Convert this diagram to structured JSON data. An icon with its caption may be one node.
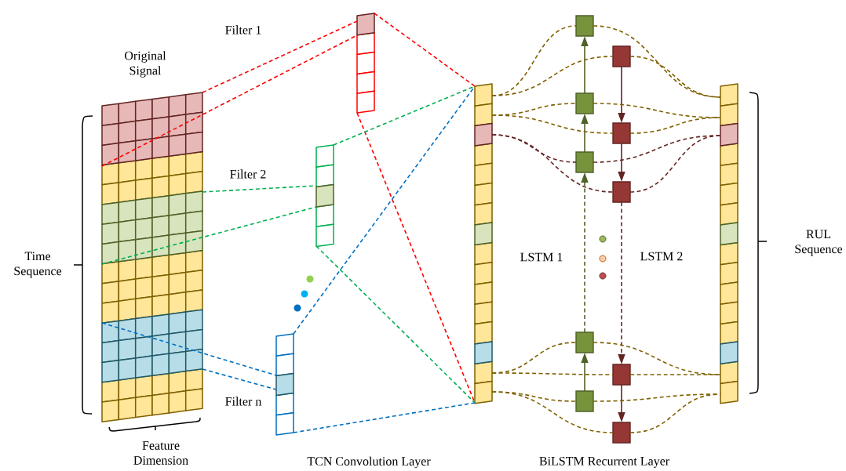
{
  "diagram": {
    "nodes": [
      {
        "text": [],
        "shape": "grid"
      },
      {
        "text": [],
        "shape": "bar"
      },
      {
        "text": [],
        "shape": "bar"
      },
      {
        "text": [],
        "shape": "bar"
      },
      {
        "text": [],
        "shape": "bar"
      },
      {
        "text": [],
        "shape": "box"
      },
      {
        "text": [],
        "shape": "box"
      },
      {
        "text": [],
        "shape": "box"
      },
      {
        "text": [],
        "shape": "box"
      },
      {
        "text": [],
        "shape": "box"
      },
      {
        "text": [],
        "shape": "box"
      },
      {
        "text": [],
        "shape": "box"
      },
      {
        "text": [],
        "shape": "box"
      },
      {
        "text": [],
        "shape": "box"
      },
      {
        "text": [],
        "shape": "box"
      },
      {
        "text": [],
        "shape": "bar"
      }
    ],
    "edges": [
      {
        "from": 0,
        "to": 1,
        "arrow": "none",
        "style": "dashed",
        "color": "#ff0000"
      },
      {
        "from": 0,
        "to": 1,
        "arrow": "none",
        "style": "dashed",
        "color": "#ff0000"
      },
      {
        "from": 1,
        "to": 4,
        "arrow": "none",
        "style": "dashed",
        "color": "#ff0000"
      },
      {
        "from": 1,
        "to": 4,
        "arrow": "none",
        "style": "dashed",
        "color": "#ff0000"
      },
      {
        "from": 0,
        "to": 2,
        "arrow": "none",
        "style": "dashed",
        "color": "#00b050"
      },
      {
        "from": 0,
        "to": 2,
        "arrow": "none",
        "style": "dashed",
        "color": "#00b050"
      },
      {
        "from": 2,
        "to": 4,
        "arrow": "none",
        "style": "dashed",
        "color": "#00b050"
      },
      {
        "from": 2,
        "to": 4,
        "arrow": "none",
        "style": "dashed",
        "color": "#00b050"
      },
      {
        "from": 0,
        "to": 3,
        "arrow": "none",
        "style": "dashed",
        "color": "#0070c0"
      },
      {
        "from": 0,
        "to": 3,
        "arrow": "none",
        "style": "dashed",
        "color": "#0070c0"
      },
      {
        "from": 3,
        "to": 4,
        "arrow": "none",
        "style": "dashed",
        "color": "#0070c0"
      },
      {
        "from": 3,
        "to": 4,
        "arrow": "none",
        "style": "dashed",
        "color": "#0070c0"
      },
      {
        "from": 9,
        "to": 8,
        "arrow": "to",
        "color": "#4f6228"
      },
      {
        "from": 8,
        "to": 7,
        "arrow": "to",
        "style": "dashed",
        "color": "#4f6228"
      },
      {
        "from": 7,
        "to": 6,
        "arrow": "to",
        "color": "#4f6228"
      },
      {
        "from": 6,
        "to": 5,
        "arrow": "to",
        "color": "#4f6228"
      },
      {
        "from": 10,
        "to": 11,
        "arrow": "to",
        "color": "#632523"
      },
      {
        "from": 11,
        "to": 12,
        "arrow": "to",
        "color": "#632523"
      },
      {
        "from": 12,
        "to": 13,
        "arrow": "to",
        "style": "dashed",
        "color": "#632523"
      },
      {
        "from": 13,
        "to": 14,
        "arrow": "to",
        "color": "#632523"
      },
      {
        "from": 4,
        "to": 5,
        "arrow": "none",
        "style": "dashed"
      },
      {
        "from": 5,
        "to": 15,
        "arrow": "none",
        "style": "dashed"
      },
      {
        "from": 4,
        "to": 10,
        "arrow": "none",
        "style": "dashed"
      },
      {
        "from": 10,
        "to": 15,
        "arrow": "none",
        "style": "dashed"
      },
      {
        "from": 4,
        "to": 6,
        "arrow": "none",
        "style": "dashed"
      },
      {
        "from": 6,
        "to": 15,
        "arrow": "none",
        "style": "dashed"
      },
      {
        "from": 4,
        "to": 11,
        "arrow": "none",
        "style": "dashed"
      },
      {
        "from": 11,
        "to": 15,
        "arrow": "none",
        "style": "dashed"
      },
      {
        "from": 4,
        "to": 7,
        "arrow": "none",
        "style": "dashed",
        "color": "#632523"
      },
      {
        "from": 7,
        "to": 15,
        "arrow": "none",
        "style": "dashed",
        "color": "#632523"
      },
      {
        "from": 4,
        "to": 12,
        "arrow": "none",
        "style": "dashed",
        "color": "#632523"
      },
      {
        "from": 12,
        "to": 15,
        "arrow": "none",
        "style": "dashed",
        "color": "#632523"
      },
      {
        "from": 4,
        "to": 8,
        "arrow": "none",
        "style": "dashed"
      },
      {
        "from": 8,
        "to": 15,
        "arrow": "none",
        "style": "dashed"
      },
      {
        "from": 4,
        "to": 13,
        "arrow": "none",
        "style": "dashed"
      },
      {
        "from": 13,
        "to": 15,
        "arrow": "none",
        "style": "dashed"
      },
      {
        "from": 4,
        "to": 9,
        "arrow": "none",
        "style": "dashed"
      },
      {
        "from": 9,
        "to": 15,
        "arrow": "none",
        "style": "dashed"
      },
      {
        "from": 4,
        "to": 14,
        "arrow": "none",
        "style": "dashed"
      },
      {
        "from": 14,
        "to": 15,
        "arrow": "none",
        "style": "dashed"
      }
    ],
    "labels": [
      "Original Signal",
      "Filter 1",
      "Filter 2",
      "Time Sequence",
      "LSTM 1",
      "LSTM 2",
      "RUL Sequence",
      "Filter n",
      "Feature Dimension",
      "TCN Convolution Layer",
      "BiLSTM Recurrent Layer"
    ]
  }
}
